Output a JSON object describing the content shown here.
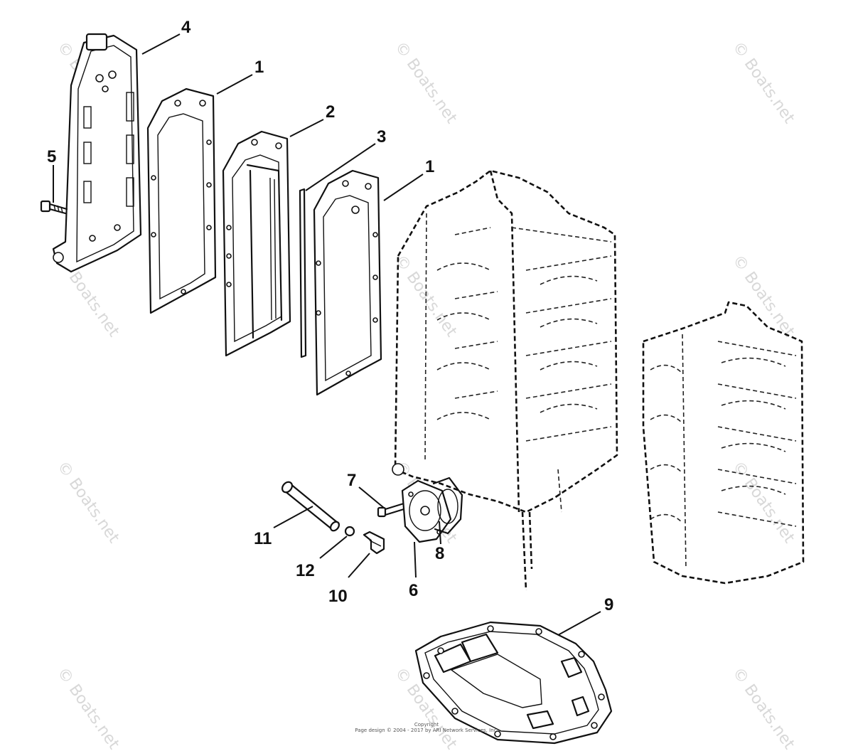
{
  "callouts": {
    "c1a": "1",
    "c1b": "1",
    "c2": "2",
    "c3": "3",
    "c4": "4",
    "c5": "5",
    "c6": "6",
    "c7": "7",
    "c8": "8",
    "c9": "9",
    "c10": "10",
    "c11": "11",
    "c12": "12"
  },
  "watermark": "© Boats.net",
  "copyright": {
    "line1": "Copyright",
    "line2": "Page design © 2004 - 2017 by ARI Network Services, Inc."
  }
}
